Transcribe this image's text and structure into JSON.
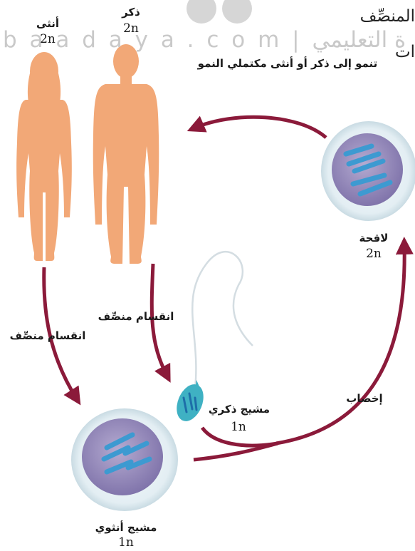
{
  "header": {
    "line1": "المنصِّف",
    "line2": "ات"
  },
  "watermark": {
    "text": "b a a d a y a . c o m  |  ة التعليمي"
  },
  "labels": {
    "female_name": "أنثى",
    "female_ploidy": "2n",
    "male_name": "ذكر",
    "male_ploidy": "2n",
    "develop": "تنمو إلى ذكر أو أنثى مكتملي النمو",
    "zygote_name": "لاقحة",
    "zygote_ploidy": "2n",
    "meiosis_male": "انقسام منصِّف",
    "meiosis_female": "انقسام منصِّف",
    "fertilization": "إخصاب",
    "sperm_name": "مشيج ذكري",
    "sperm_ploidy": "1n",
    "egg_name": "مشيج أنثوي",
    "egg_ploidy": "1n"
  },
  "colors": {
    "arrow": "#8b1a3a",
    "skin": "#f2a877",
    "cell_outer": "#e7f0f4",
    "nucleus": "#8f82b5",
    "chromosome": "#3d9ad1",
    "sperm_head": "#3fb1c3",
    "watermark": "#cfcfcf"
  }
}
